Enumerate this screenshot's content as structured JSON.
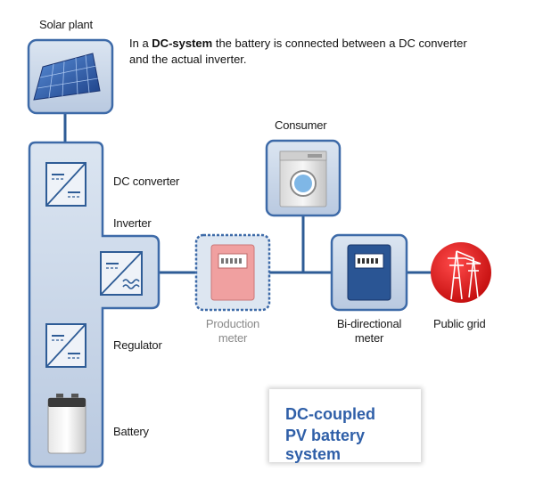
{
  "labels": {
    "solar_plant": "Solar plant",
    "dc_converter": "DC converter",
    "inverter": "Inverter",
    "regulator": "Regulator",
    "battery": "Battery",
    "consumer": "Consumer",
    "production_meter_line1": "Production",
    "production_meter_line2": "meter",
    "bidirectional_meter_line1": "Bi-directional",
    "bidirectional_meter_line2": "meter",
    "public_grid": "Public grid"
  },
  "description": {
    "prefix": "In a ",
    "bold": "DC-system",
    "rest": " the battery is connected between a DC converter",
    "line2": "and the actual inverter."
  },
  "title": {
    "line1": "DC-coupled",
    "line2": "PV battery system"
  },
  "colors": {
    "panel_fill": "#c9d6e8",
    "panel_border": "#3d6aa8",
    "wire": "#2e5c96",
    "title_text": "#2f5fa8",
    "grid_red": "#e01818",
    "production_meter": "#f0a0a0",
    "bidirectional_meter": "#2a5594"
  }
}
